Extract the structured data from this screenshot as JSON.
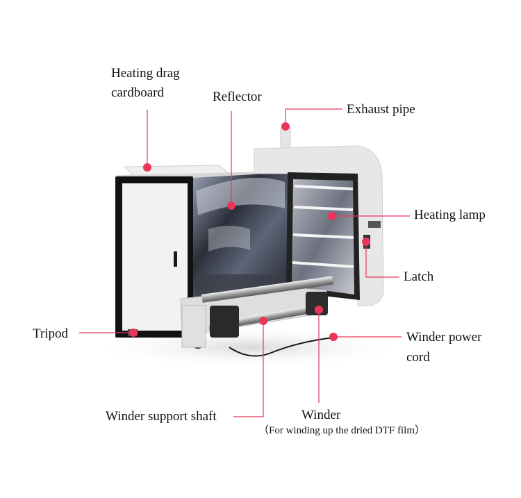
{
  "colors": {
    "leader": "#e63a5c",
    "dot": "#e8365b",
    "machine_body": "#e9e9e9",
    "frame": "#1a1a1a",
    "text": "#111111"
  },
  "labels": {
    "heating_drag_line1": "Heating drag",
    "heating_drag_line2": "cardboard",
    "reflector": "Reflector",
    "exhaust_pipe": "Exhaust pipe",
    "heating_lamp": "Heating lamp",
    "latch": "Latch",
    "tripod": "Tripod",
    "winder_power_line1": "Winder power",
    "winder_power_line2": "cord",
    "winder_support_shaft": "Winder support shaft",
    "winder": "Winder",
    "winder_note": "（For winding up the dried DTF film）"
  }
}
